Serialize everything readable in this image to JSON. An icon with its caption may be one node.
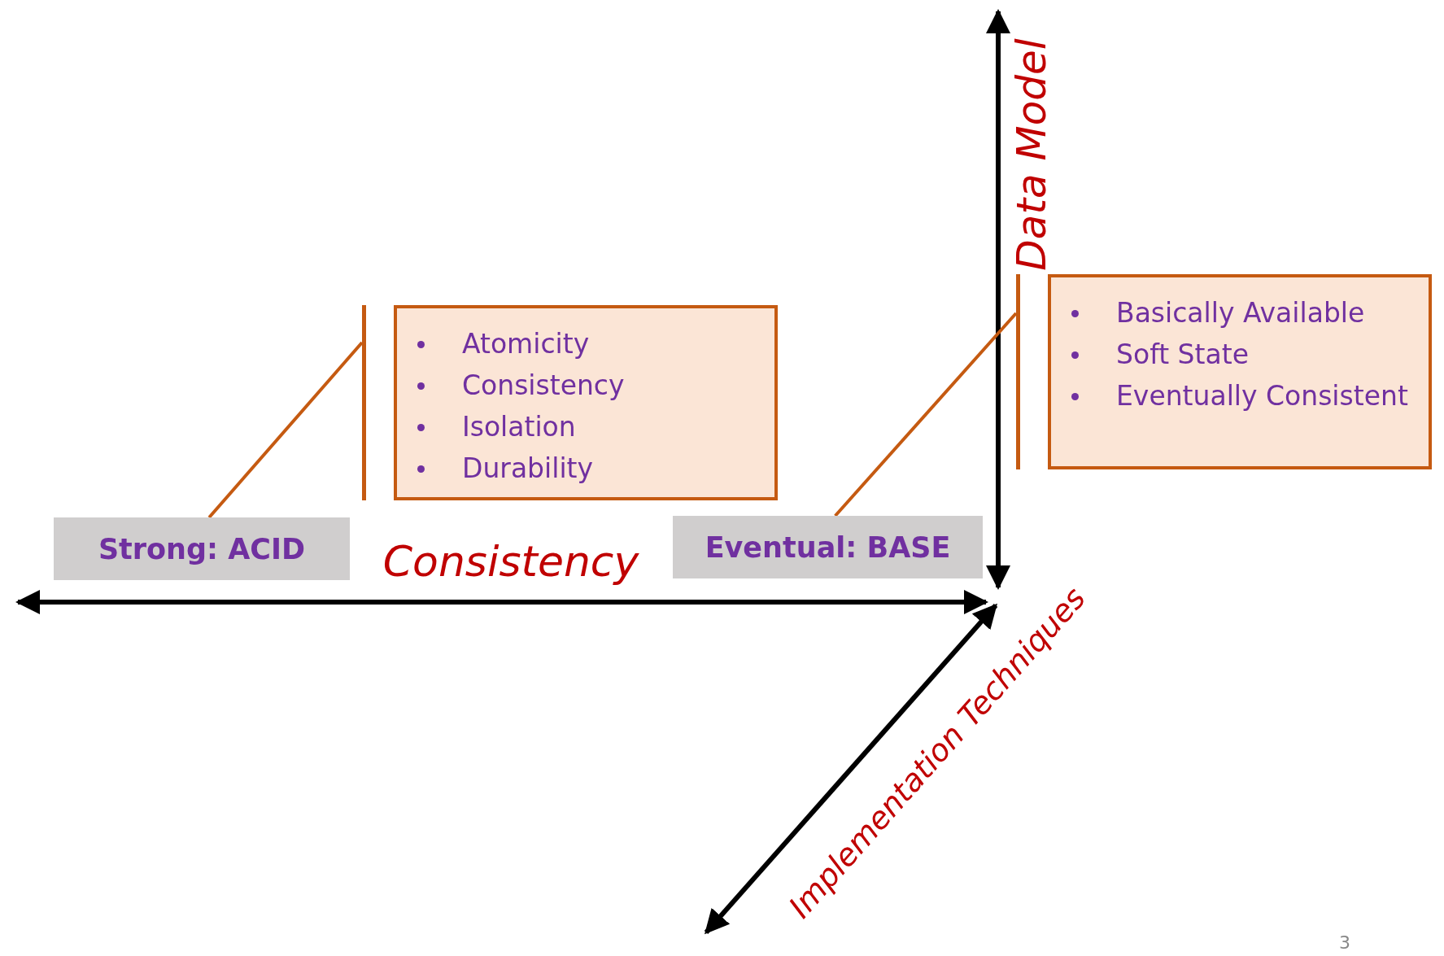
{
  "diagram": {
    "nodes": [
      {
        "text": [
          "Strong: ACID"
        ]
      },
      {
        "text": [
          "Atomicity",
          "Consistency",
          "Isolation",
          "Durability"
        ]
      },
      {
        "text": [
          "Eventual: BASE"
        ]
      },
      {
        "text": [
          "Basically Available",
          "Soft State",
          "Eventually Consistent"
        ]
      }
    ],
    "edges": [
      {
        "from": 0,
        "to": 1,
        "arrow": "none"
      },
      {
        "from": 2,
        "to": 3,
        "arrow": "none"
      }
    ],
    "labels": [
      "Consistency",
      "Data Model",
      "Implementation Techniques",
      "3"
    ]
  }
}
